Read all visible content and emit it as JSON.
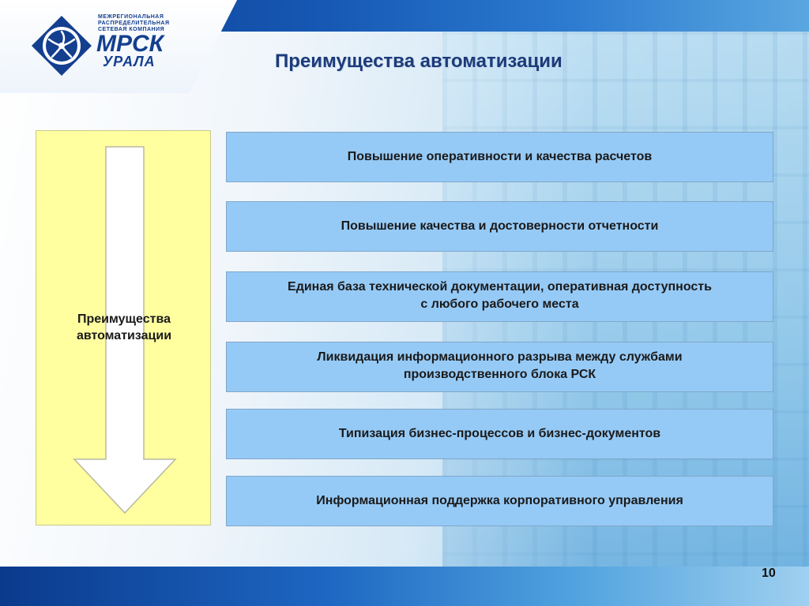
{
  "logo": {
    "line1": "МЕЖРЕГИОНАЛЬНАЯ",
    "line2": "РАСПРЕДЕЛИТЕЛЬНАЯ",
    "line3": "СЕТЕВАЯ КОМПАНИЯ",
    "name": "МРСК",
    "region": "УРАЛА",
    "icon": "power-grid-logo-icon"
  },
  "title": "Преимущества автоматизации",
  "left_panel": {
    "label_line1": "Преимущества",
    "label_line2": "автоматизации",
    "arrow_icon": "down-arrow-icon"
  },
  "items": [
    {
      "lines": [
        "Повышение оперативности и качества расчетов"
      ]
    },
    {
      "lines": [
        "Повышение качества и достоверности отчетности"
      ]
    },
    {
      "lines": [
        "Единая база технической документации,  оперативная доступность",
        "с любого рабочего места"
      ]
    },
    {
      "lines": [
        "Ликвидация информационного разрыва между службами",
        "производственного блока РСК"
      ]
    },
    {
      "lines": [
        "Типизация бизнес-процессов и бизнес-документов"
      ]
    },
    {
      "lines": [
        "Информационная поддержка корпоративного управления"
      ]
    }
  ],
  "page_number": "10",
  "colors": {
    "brand_blue": "#143f8f",
    "item_fill": "#96caf6",
    "panel_fill": "#ffffa0"
  }
}
